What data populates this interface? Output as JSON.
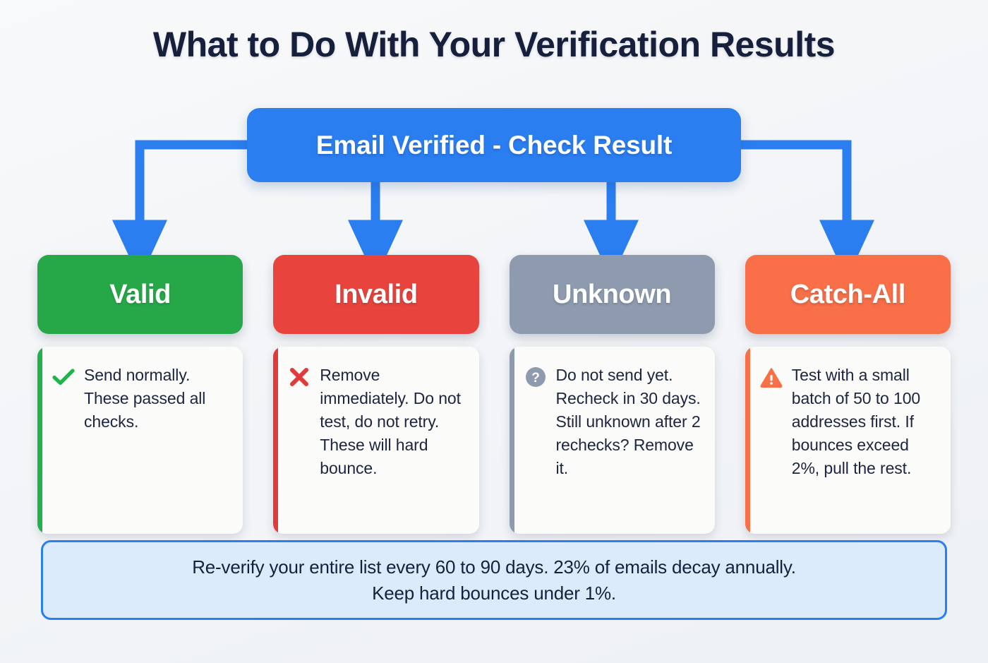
{
  "page": {
    "title": "What to Do With Your Verification Results",
    "background_color": "#f4f6f8"
  },
  "root": {
    "label": "Email Verified - Check Result",
    "color": "#2b7ef0",
    "text_color": "#ffffff"
  },
  "connector": {
    "color": "#2b7ef0",
    "style": "elbow-arrow"
  },
  "columns": [
    {
      "key": "valid",
      "header_label": "Valid",
      "header_color": "#27a848",
      "accent_color": "#21b24b",
      "icon": "check-icon",
      "body_text": "Send normally. These passed all checks."
    },
    {
      "key": "invalid",
      "header_label": "Invalid",
      "header_color": "#e8433c",
      "accent_color": "#e03a3a",
      "icon": "cross-icon",
      "body_text": "Remove immediately. Do not test, do not retry. These will hard bounce."
    },
    {
      "key": "unknown",
      "header_label": "Unknown",
      "header_color": "#8e9bae",
      "accent_color": "#8e9bae",
      "icon": "question-circle-icon",
      "body_text": "Do not send yet. Recheck in 30 days. Still unknown after 2 rechecks? Remove it."
    },
    {
      "key": "catch-all",
      "header_label": "Catch-All",
      "header_color": "#f96f47",
      "accent_color": "#f96f47",
      "icon": "warning-triangle-icon",
      "body_text": "Test with a small batch of 50 to 100 addresses first. If bounces exceed 2%, pull the rest."
    }
  ],
  "footer": {
    "line1": "Re-verify your entire list every 60 to 90 days. 23% of emails decay annually.",
    "line2": "Keep hard bounces under 1%.",
    "background_color": "#dcebfb",
    "border_color": "#2b7ef0"
  }
}
